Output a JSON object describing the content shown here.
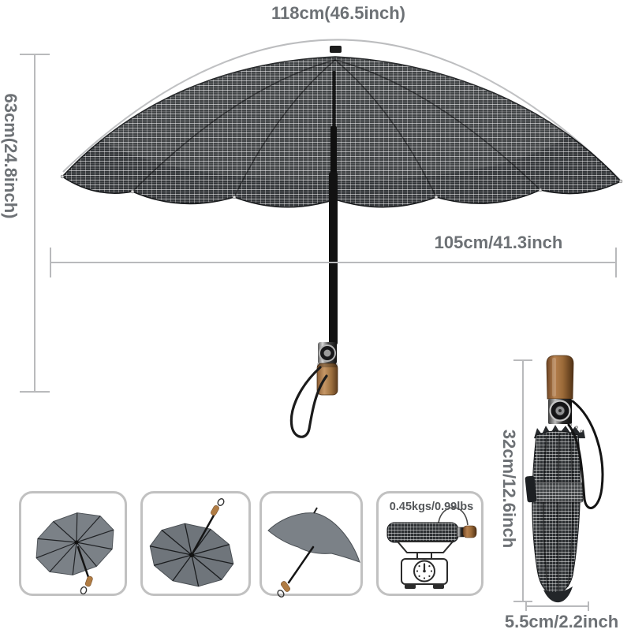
{
  "labels": {
    "canopy_arc": "118cm(46.5inch)",
    "open_height": "63cm(24.8inch)",
    "canopy_width": "105cm/41.3inch",
    "folded_length": "32cm/12.6inch",
    "folded_width": "5.5cm/2.2inch",
    "weight": "0.45kgs/0.99lbs"
  },
  "icons": {
    "main": "open-umbrella-plaid-canopy",
    "folded": "folded-umbrella-with-wood-handle-and-strap",
    "thumb_1": "umbrella-open-top-view",
    "thumb_2": "umbrella-open-underside-view",
    "thumb_3": "umbrella-open-side-view",
    "thumb_4": "folded-umbrella-on-kitchen-scale"
  },
  "colors": {
    "background": "#ffffff",
    "dimension_text": "#6d7175",
    "dimension_line": "#b9babc",
    "canopy": "#35383b",
    "canopy_grid": "#ffffff",
    "thumbnail_canopy": "#7b8187",
    "wood_handle": "#b07c43",
    "shaft": "#141414",
    "box_border": "#c1c1c1",
    "line_art": "#2b2b2b"
  }
}
